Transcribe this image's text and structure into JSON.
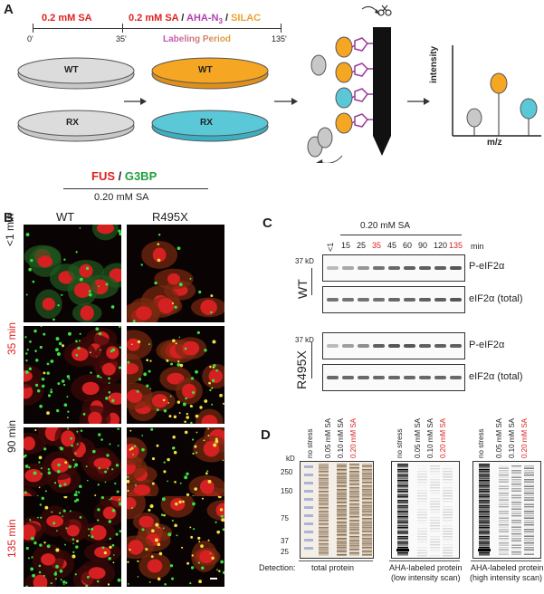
{
  "panelA": {
    "letter": "A",
    "timeline": {
      "seg1_label": "0.2 mM SA",
      "seg2_sa": "0.2 mM SA",
      "slash": " / ",
      "aha": "AHA-N",
      "aha_sub": "3",
      "silac": "SILAC",
      "labeling_period": "Labeling Period",
      "t0": "0'",
      "t35": "35'",
      "t135": "135'"
    },
    "dish_wt": "WT",
    "dish_rx": "RX",
    "ms_ylabel": "intensity",
    "ms_xlabel": "m/z",
    "colors": {
      "wt": "#f5a623",
      "rx": "#5bc8d8",
      "grey": "#c8c8c8",
      "sa_red": "#e02020",
      "aha_purple": "#b040b0",
      "silac_orange": "#f0a030"
    }
  },
  "panelB": {
    "letter": "B",
    "title_fus": "FUS",
    "title_slash": " / ",
    "title_g3bp": "G3BP",
    "condition": "0.20 mM SA",
    "col_wt": "WT",
    "col_r495x": "R495X",
    "rows": [
      "<1 min",
      "35 min",
      "90 min",
      "135 min"
    ],
    "row_colors": [
      "#222222",
      "#e02020",
      "#222222",
      "#e02020"
    ]
  },
  "panelC": {
    "letter": "C",
    "condition": "0.20 mM SA",
    "timepoints": [
      "<1",
      "15",
      "25",
      "35",
      "45",
      "60",
      "90",
      "120",
      "135"
    ],
    "timepoint_colors": [
      "#222",
      "#222",
      "#222",
      "#e02020",
      "#222",
      "#222",
      "#222",
      "#222",
      "#e02020"
    ],
    "unit": "min",
    "wt_label": "WT",
    "r495x_label": "R495X",
    "kd_marker": "37 kD",
    "p_eif2a": "P-eIF2α",
    "eif2a_total": "eIF2α (total)"
  },
  "panelD": {
    "letter": "D",
    "kd_label": "kD",
    "mw_markers": [
      "250",
      "150",
      "75",
      "37",
      "25"
    ],
    "lanes": [
      "no stress",
      "0.05 mM SA",
      "0.10 mM SA",
      "0.20 mM SA"
    ],
    "lane_colors": [
      "#222",
      "#222",
      "#222",
      "#e02020"
    ],
    "detection_label": "Detection:",
    "detect1": "total protein",
    "detect2_l1": "AHA-labeled protein",
    "detect2_l2": "(low intensity scan)",
    "detect3_l1": "AHA-labeled protein",
    "detect3_l2": "(high intensity scan)"
  }
}
